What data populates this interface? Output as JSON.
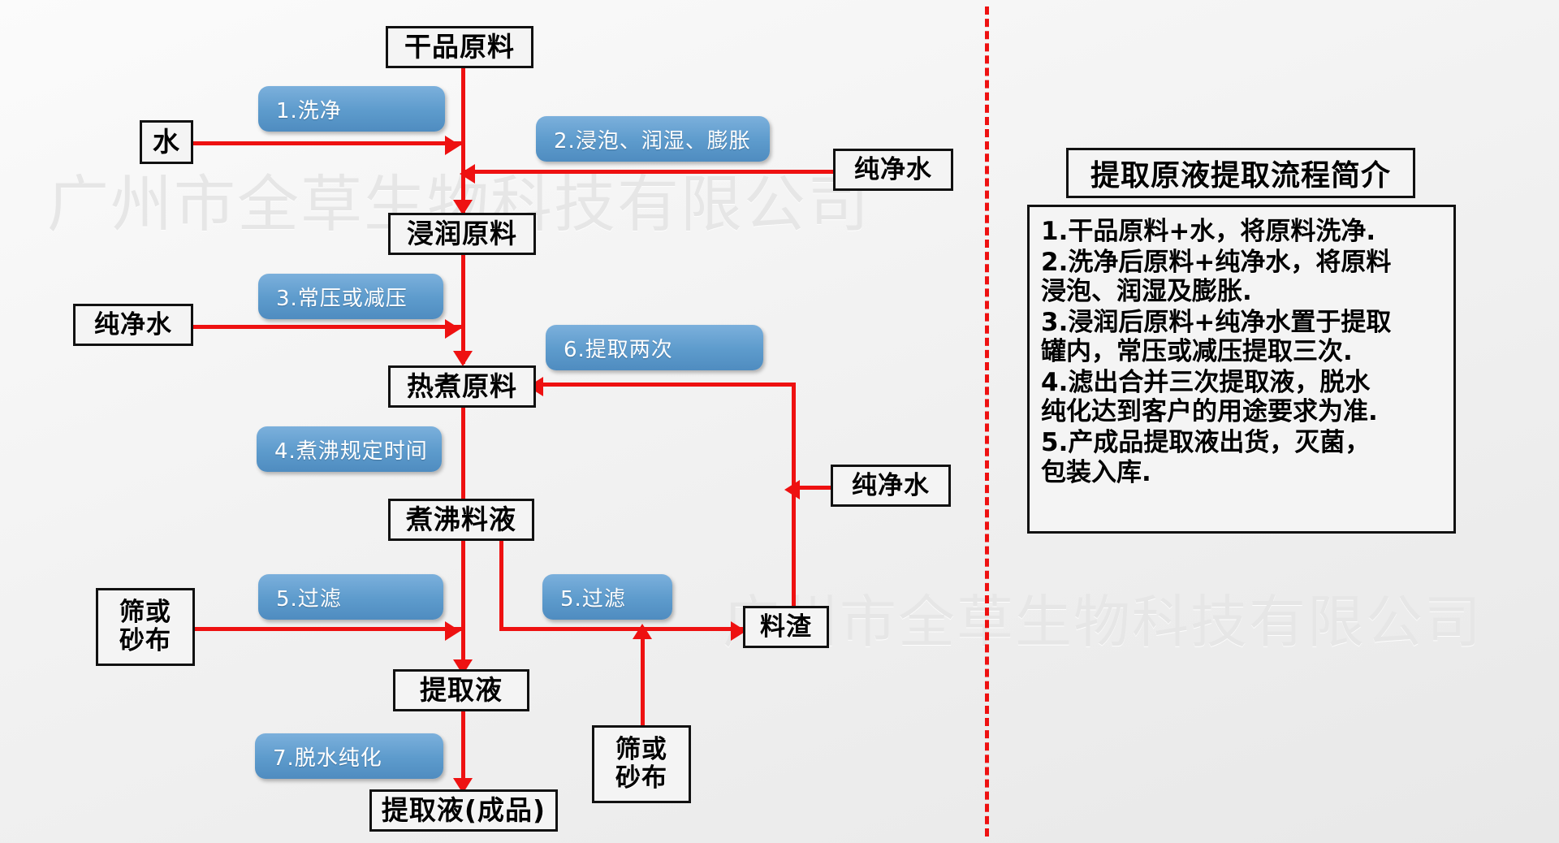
{
  "watermark": {
    "text": "广州市全草生物科技有限公司"
  },
  "colors": {
    "connector_red": "#ee1111",
    "step_blue": "#5e9ccd",
    "node_border": "#111111",
    "divider_red": "#ee1111"
  },
  "flow": {
    "nodes": [
      {
        "id": "dry-material",
        "label": "干品原料"
      },
      {
        "id": "water",
        "label": "水"
      },
      {
        "id": "pure-water-1",
        "label": "纯净水"
      },
      {
        "id": "soaked-material",
        "label": "浸润原料"
      },
      {
        "id": "pure-water-2",
        "label": "纯净水"
      },
      {
        "id": "hot-boil-material",
        "label": "热煮原料"
      },
      {
        "id": "boiled-liquid",
        "label": "煮沸料液"
      },
      {
        "id": "pure-water-3",
        "label": "纯净水"
      },
      {
        "id": "sieve-cloth-1",
        "label": "筛或\n砂布"
      },
      {
        "id": "residue",
        "label": "料渣"
      },
      {
        "id": "extract-liquid",
        "label": "提取液"
      },
      {
        "id": "sieve-cloth-2",
        "label": "筛或\n砂布"
      },
      {
        "id": "final-product",
        "label": "提取液(成品)"
      }
    ],
    "steps": [
      {
        "id": "step-1",
        "label": "1.洗净"
      },
      {
        "id": "step-2",
        "label": "2.浸泡、润湿、膨胀"
      },
      {
        "id": "step-3",
        "label": "3.常压或减压"
      },
      {
        "id": "step-6",
        "label": "6.提取两次"
      },
      {
        "id": "step-4",
        "label": "4.煮沸规定时间"
      },
      {
        "id": "step-5a",
        "label": "5.过滤"
      },
      {
        "id": "step-5b",
        "label": "5.过滤"
      },
      {
        "id": "step-7",
        "label": "7.脱水纯化"
      }
    ]
  },
  "legend": {
    "title": "提取原液提取流程简介",
    "items": [
      "1.干品原料+水，将原料洗净.",
      "2.洗净后原料+纯净水，将原料\n    浸泡、润湿及膨胀.",
      "3.浸润后原料+纯净水置于提取\n    罐内，常压或减压提取三次.",
      "4.滤出合并三次提取液，脱水\n纯化达到客户的用途要求为准.",
      "5.产成品提取液出货，灭菌，\n    包装入库."
    ]
  }
}
